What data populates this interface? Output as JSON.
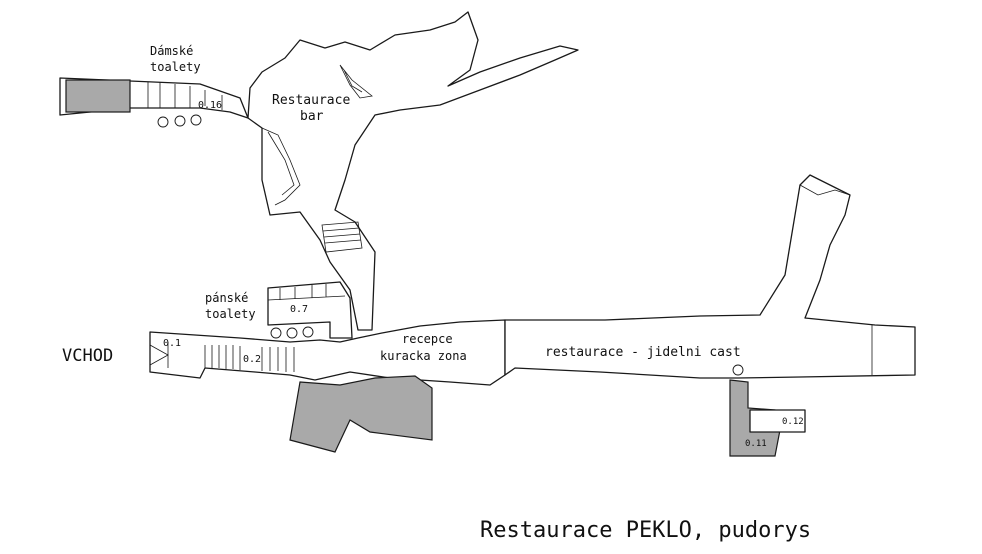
{
  "title": "Restaurace PEKLO, pudorys",
  "rooms": {
    "damske_toalety": [
      "Dámské",
      "toalety"
    ],
    "restaurace_bar": [
      "Restaurace",
      "bar"
    ],
    "panske_toalety": [
      "pánské",
      "toalety"
    ],
    "recepce": [
      "recepce",
      "kuracka zona"
    ],
    "jidelni_cast": "restaurace - jidelni cast",
    "vchod": "VCHOD"
  },
  "room_numbers": {
    "n016": "0.16",
    "n07": "0.7",
    "n01": "0.1",
    "n02": "0.2",
    "n012": "0.12",
    "n011": "0.11"
  }
}
